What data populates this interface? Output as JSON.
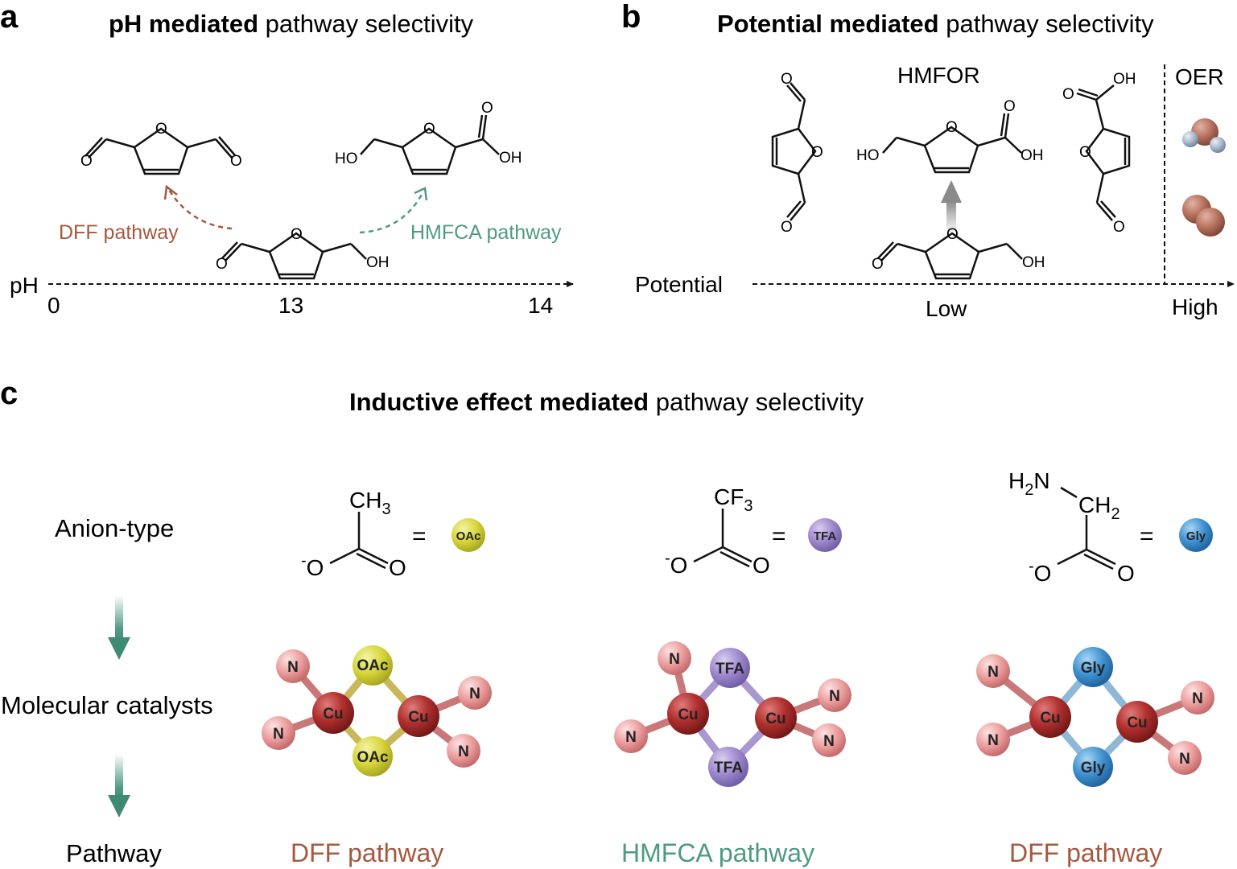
{
  "panel_a": {
    "letter": "a",
    "title_bold": "pH mediated",
    "title_rest": " pathway selectivity",
    "axis_label": "pH",
    "ticks": [
      "0",
      "13",
      "14"
    ],
    "dff_label": "DFF pathway",
    "hmfca_label": "HMFCA pathway",
    "atoms": {
      "o": "O",
      "ho": "HO",
      "oh": "OH"
    }
  },
  "panel_b": {
    "letter": "b",
    "title_bold": "Potential mediated",
    "title_rest": " pathway selectivity",
    "hmfor_label": "HMFOR",
    "oer_label": "OER",
    "axis_label": "Potential",
    "low_label": "Low",
    "high_label": "High",
    "atoms": {
      "o": "O",
      "ho": "HO",
      "oh": "OH"
    }
  },
  "panel_c": {
    "letter": "c",
    "title_bold": "Inductive effect mediated",
    "title_rest": " pathway selectivity",
    "row_labels": {
      "anion": "Anion-type",
      "catalyst": "Molecular catalysts",
      "pathway": "Pathway"
    },
    "anions": [
      {
        "group": "CH",
        "sub": "3",
        "charge": "-",
        "o_single": "O",
        "o_double": "O",
        "equals": "=",
        "bead": "OAc",
        "color": "#d6d43a",
        "catalyst": {
          "bridge": "OAc",
          "metal": "Cu",
          "ligand": "N"
        },
        "pathway": "DFF pathway",
        "pathway_color": "#a5593f"
      },
      {
        "group": "CF",
        "sub": "3",
        "charge": "-",
        "o_single": "O",
        "o_double": "O",
        "equals": "=",
        "bead": "TFA",
        "color": "#9b86cc",
        "catalyst": {
          "bridge": "TFA",
          "metal": "Cu",
          "ligand": "N"
        },
        "pathway": "HMFCA pathway",
        "pathway_color": "#4f9a83"
      },
      {
        "group": "CH",
        "sub": "2",
        "amine": "H",
        "amine_sub": "2",
        "amine_n": "N",
        "charge": "-",
        "o_single": "O",
        "o_double": "O",
        "equals": "=",
        "bead": "Gly",
        "color": "#3d8fcf",
        "catalyst": {
          "bridge": "Gly",
          "metal": "Cu",
          "ligand": "N"
        },
        "pathway": "DFF pathway",
        "pathway_color": "#a5593f"
      }
    ]
  },
  "colors": {
    "dff": "#a5593f",
    "hmfca": "#4f9a83",
    "cu": "#b0302f",
    "n": "#eb9c9c",
    "arrow_grey": "#9b9b9b"
  }
}
